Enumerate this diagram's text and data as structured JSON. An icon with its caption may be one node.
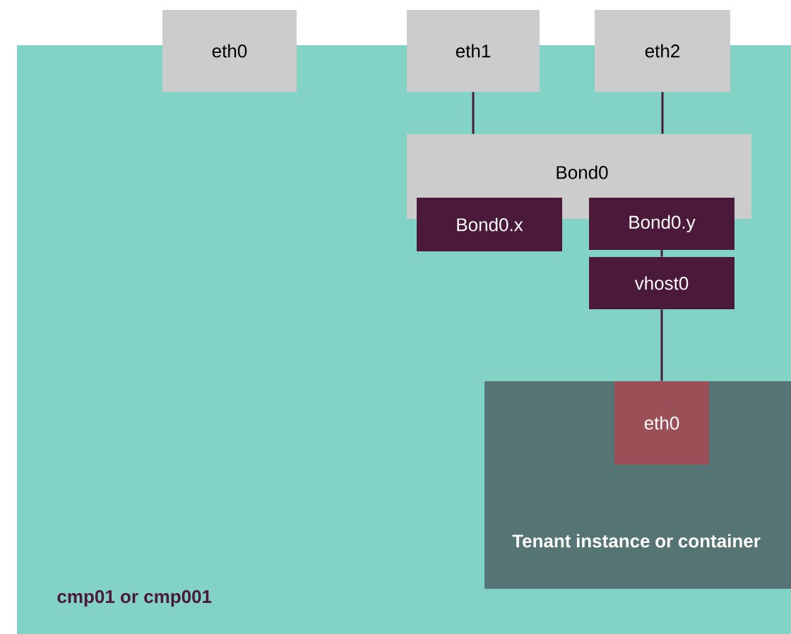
{
  "diagram": {
    "nodes": [
      {
        "text": [
          "cmp01 or cmp001"
        ]
      },
      {
        "text": [
          "eth0"
        ]
      },
      {
        "text": [
          "eth1"
        ]
      },
      {
        "text": [
          "eth2"
        ]
      },
      {
        "text": [
          "Bond0"
        ],
        "in": 0
      },
      {
        "text": [
          "Bond0.x"
        ],
        "in": 0
      },
      {
        "text": [
          "Bond0.y"
        ],
        "in": 0
      },
      {
        "text": [
          "vhost0"
        ],
        "in": 0
      },
      {
        "text": [
          "Tenant instance or container"
        ],
        "in": 0
      },
      {
        "text": [
          "eth0"
        ],
        "in": 8
      }
    ],
    "edges": [
      {
        "from": 2,
        "to": 4,
        "arrow": "none"
      },
      {
        "from": 3,
        "to": 4,
        "arrow": "none"
      },
      {
        "from": 6,
        "to": 7,
        "arrow": "none"
      },
      {
        "from": 7,
        "to": 9,
        "arrow": "none"
      }
    ]
  }
}
